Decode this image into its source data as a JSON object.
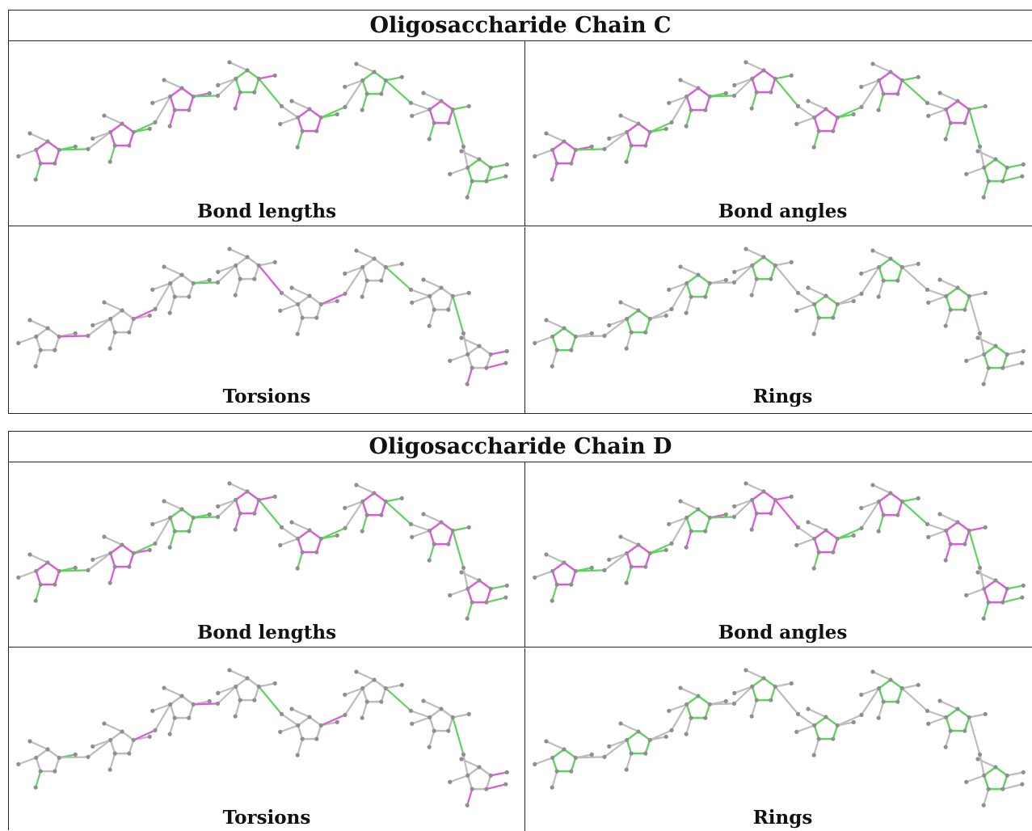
{
  "colors": {
    "neutral": "#bdbdbd",
    "good": "#5fd35f",
    "bad": "#de57de",
    "atom": "#8f8f8f",
    "border": "#222222"
  },
  "tables": [
    {
      "title": "Oligosaccharide Chain C",
      "panels": [
        {
          "label": "Bond lengths",
          "ringColors": [
            "bad",
            "bad",
            "bad",
            "good",
            "bad",
            "good",
            "bad",
            "good"
          ],
          "linkColors": [
            "good",
            "good",
            "good",
            "good",
            "good",
            "good",
            "good"
          ],
          "subColors": [
            "good",
            "good",
            "bad",
            "bad",
            "good",
            "good",
            "good",
            "good"
          ]
        },
        {
          "label": "Bond angles",
          "ringColors": [
            "bad",
            "bad",
            "bad",
            "bad",
            "bad",
            "bad",
            "bad",
            "good"
          ],
          "linkColors": [
            "good",
            "good",
            "good",
            "good",
            "good",
            "good",
            "good"
          ],
          "subColors": [
            "bad",
            "good",
            "good",
            "good",
            "good",
            "good",
            "good",
            "good"
          ]
        },
        {
          "label": "Torsions",
          "ringColors": [
            "neutral",
            "neutral",
            "neutral",
            "neutral",
            "neutral",
            "neutral",
            "neutral",
            "neutral"
          ],
          "linkColors": [
            "bad",
            "bad",
            "good",
            "bad",
            "bad",
            "good",
            "good"
          ],
          "subColors": [
            "neutral",
            "neutral",
            "neutral",
            "neutral",
            "neutral",
            "neutral",
            "neutral",
            "bad"
          ]
        },
        {
          "label": "Rings",
          "ringColors": [
            "good",
            "good",
            "good",
            "good",
            "good",
            "good",
            "good",
            "good"
          ],
          "linkColors": [
            "neutral",
            "neutral",
            "neutral",
            "neutral",
            "neutral",
            "neutral",
            "neutral"
          ],
          "subColors": [
            "neutral",
            "neutral",
            "neutral",
            "neutral",
            "neutral",
            "neutral",
            "neutral",
            "neutral"
          ]
        }
      ]
    },
    {
      "title": "Oligosaccharide Chain D",
      "panels": [
        {
          "label": "Bond lengths",
          "ringColors": [
            "bad",
            "bad",
            "good",
            "bad",
            "bad",
            "bad",
            "bad",
            "bad"
          ],
          "linkColors": [
            "good",
            "good",
            "good",
            "good",
            "good",
            "good",
            "good"
          ],
          "subColors": [
            "good",
            "bad",
            "good",
            "bad",
            "good",
            "good",
            "good",
            "good"
          ]
        },
        {
          "label": "Bond angles",
          "ringColors": [
            "bad",
            "bad",
            "good",
            "bad",
            "bad",
            "bad",
            "bad",
            "bad"
          ],
          "linkColors": [
            "good",
            "good",
            "good",
            "bad",
            "good",
            "good",
            "good"
          ],
          "subColors": [
            "good",
            "good",
            "bad",
            "bad",
            "good",
            "good",
            "bad",
            "good"
          ]
        },
        {
          "label": "Torsions",
          "ringColors": [
            "neutral",
            "neutral",
            "neutral",
            "neutral",
            "neutral",
            "neutral",
            "neutral",
            "neutral"
          ],
          "linkColors": [
            "neutral",
            "bad",
            "bad",
            "good",
            "bad",
            "good",
            "good"
          ],
          "subColors": [
            "good",
            "neutral",
            "neutral",
            "neutral",
            "neutral",
            "neutral",
            "neutral",
            "bad"
          ]
        },
        {
          "label": "Rings",
          "ringColors": [
            "good",
            "good",
            "good",
            "good",
            "good",
            "good",
            "good",
            "good"
          ],
          "linkColors": [
            "neutral",
            "neutral",
            "neutral",
            "neutral",
            "neutral",
            "neutral",
            "neutral"
          ],
          "subColors": [
            "neutral",
            "neutral",
            "neutral",
            "neutral",
            "neutral",
            "neutral",
            "neutral",
            "neutral"
          ]
        }
      ]
    }
  ]
}
